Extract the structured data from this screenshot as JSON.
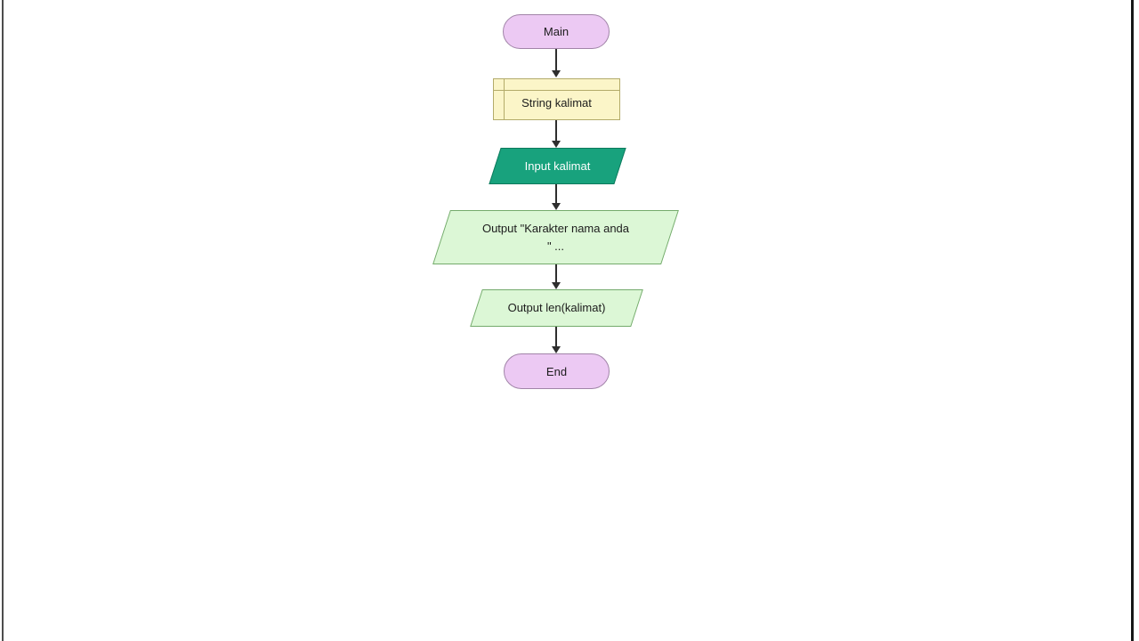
{
  "frame": {
    "background": "#ffffff",
    "left_edge_line_color": "#4d4d4d",
    "right_edge_line_color": "#161616"
  },
  "colors": {
    "terminal-fill": "#ecc9f3",
    "terminal-border": "#a184a8",
    "declare-fill": "#fbf5c8",
    "declare-border": "#b3ab6a",
    "input-fill": "#18a27d",
    "input-border": "#0e7a5d",
    "input-text": "#ffffff",
    "output-fill": "#dcf7d6",
    "output-border": "#74ab6c",
    "arrow-color": "#2e2e2e",
    "node-text": "#1c1c1c"
  },
  "flowchart": {
    "nodes": [
      {
        "type": "terminal",
        "label": "Main"
      },
      {
        "type": "declare",
        "label": "String kalimat"
      },
      {
        "type": "input",
        "label": "Input kalimat"
      },
      {
        "type": "output",
        "label_line1": "Output \"Karakter nama anda",
        "label_line2": "\" ..."
      },
      {
        "type": "output",
        "label": "Output len(kalimat)"
      },
      {
        "type": "terminal",
        "label": "End"
      }
    ]
  }
}
